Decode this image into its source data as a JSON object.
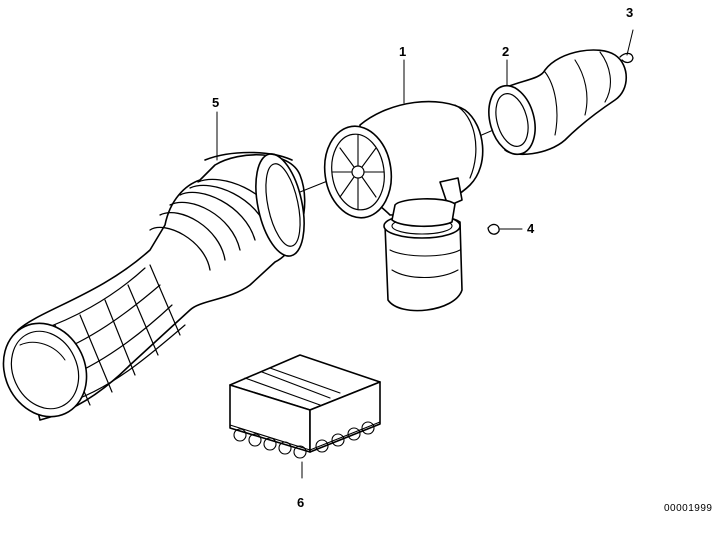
{
  "callouts": {
    "part_1": "1",
    "part_2": "2",
    "part_3": "3",
    "part_4": "4",
    "part_5": "5",
    "part_6": "6"
  },
  "document_number": "00001999"
}
